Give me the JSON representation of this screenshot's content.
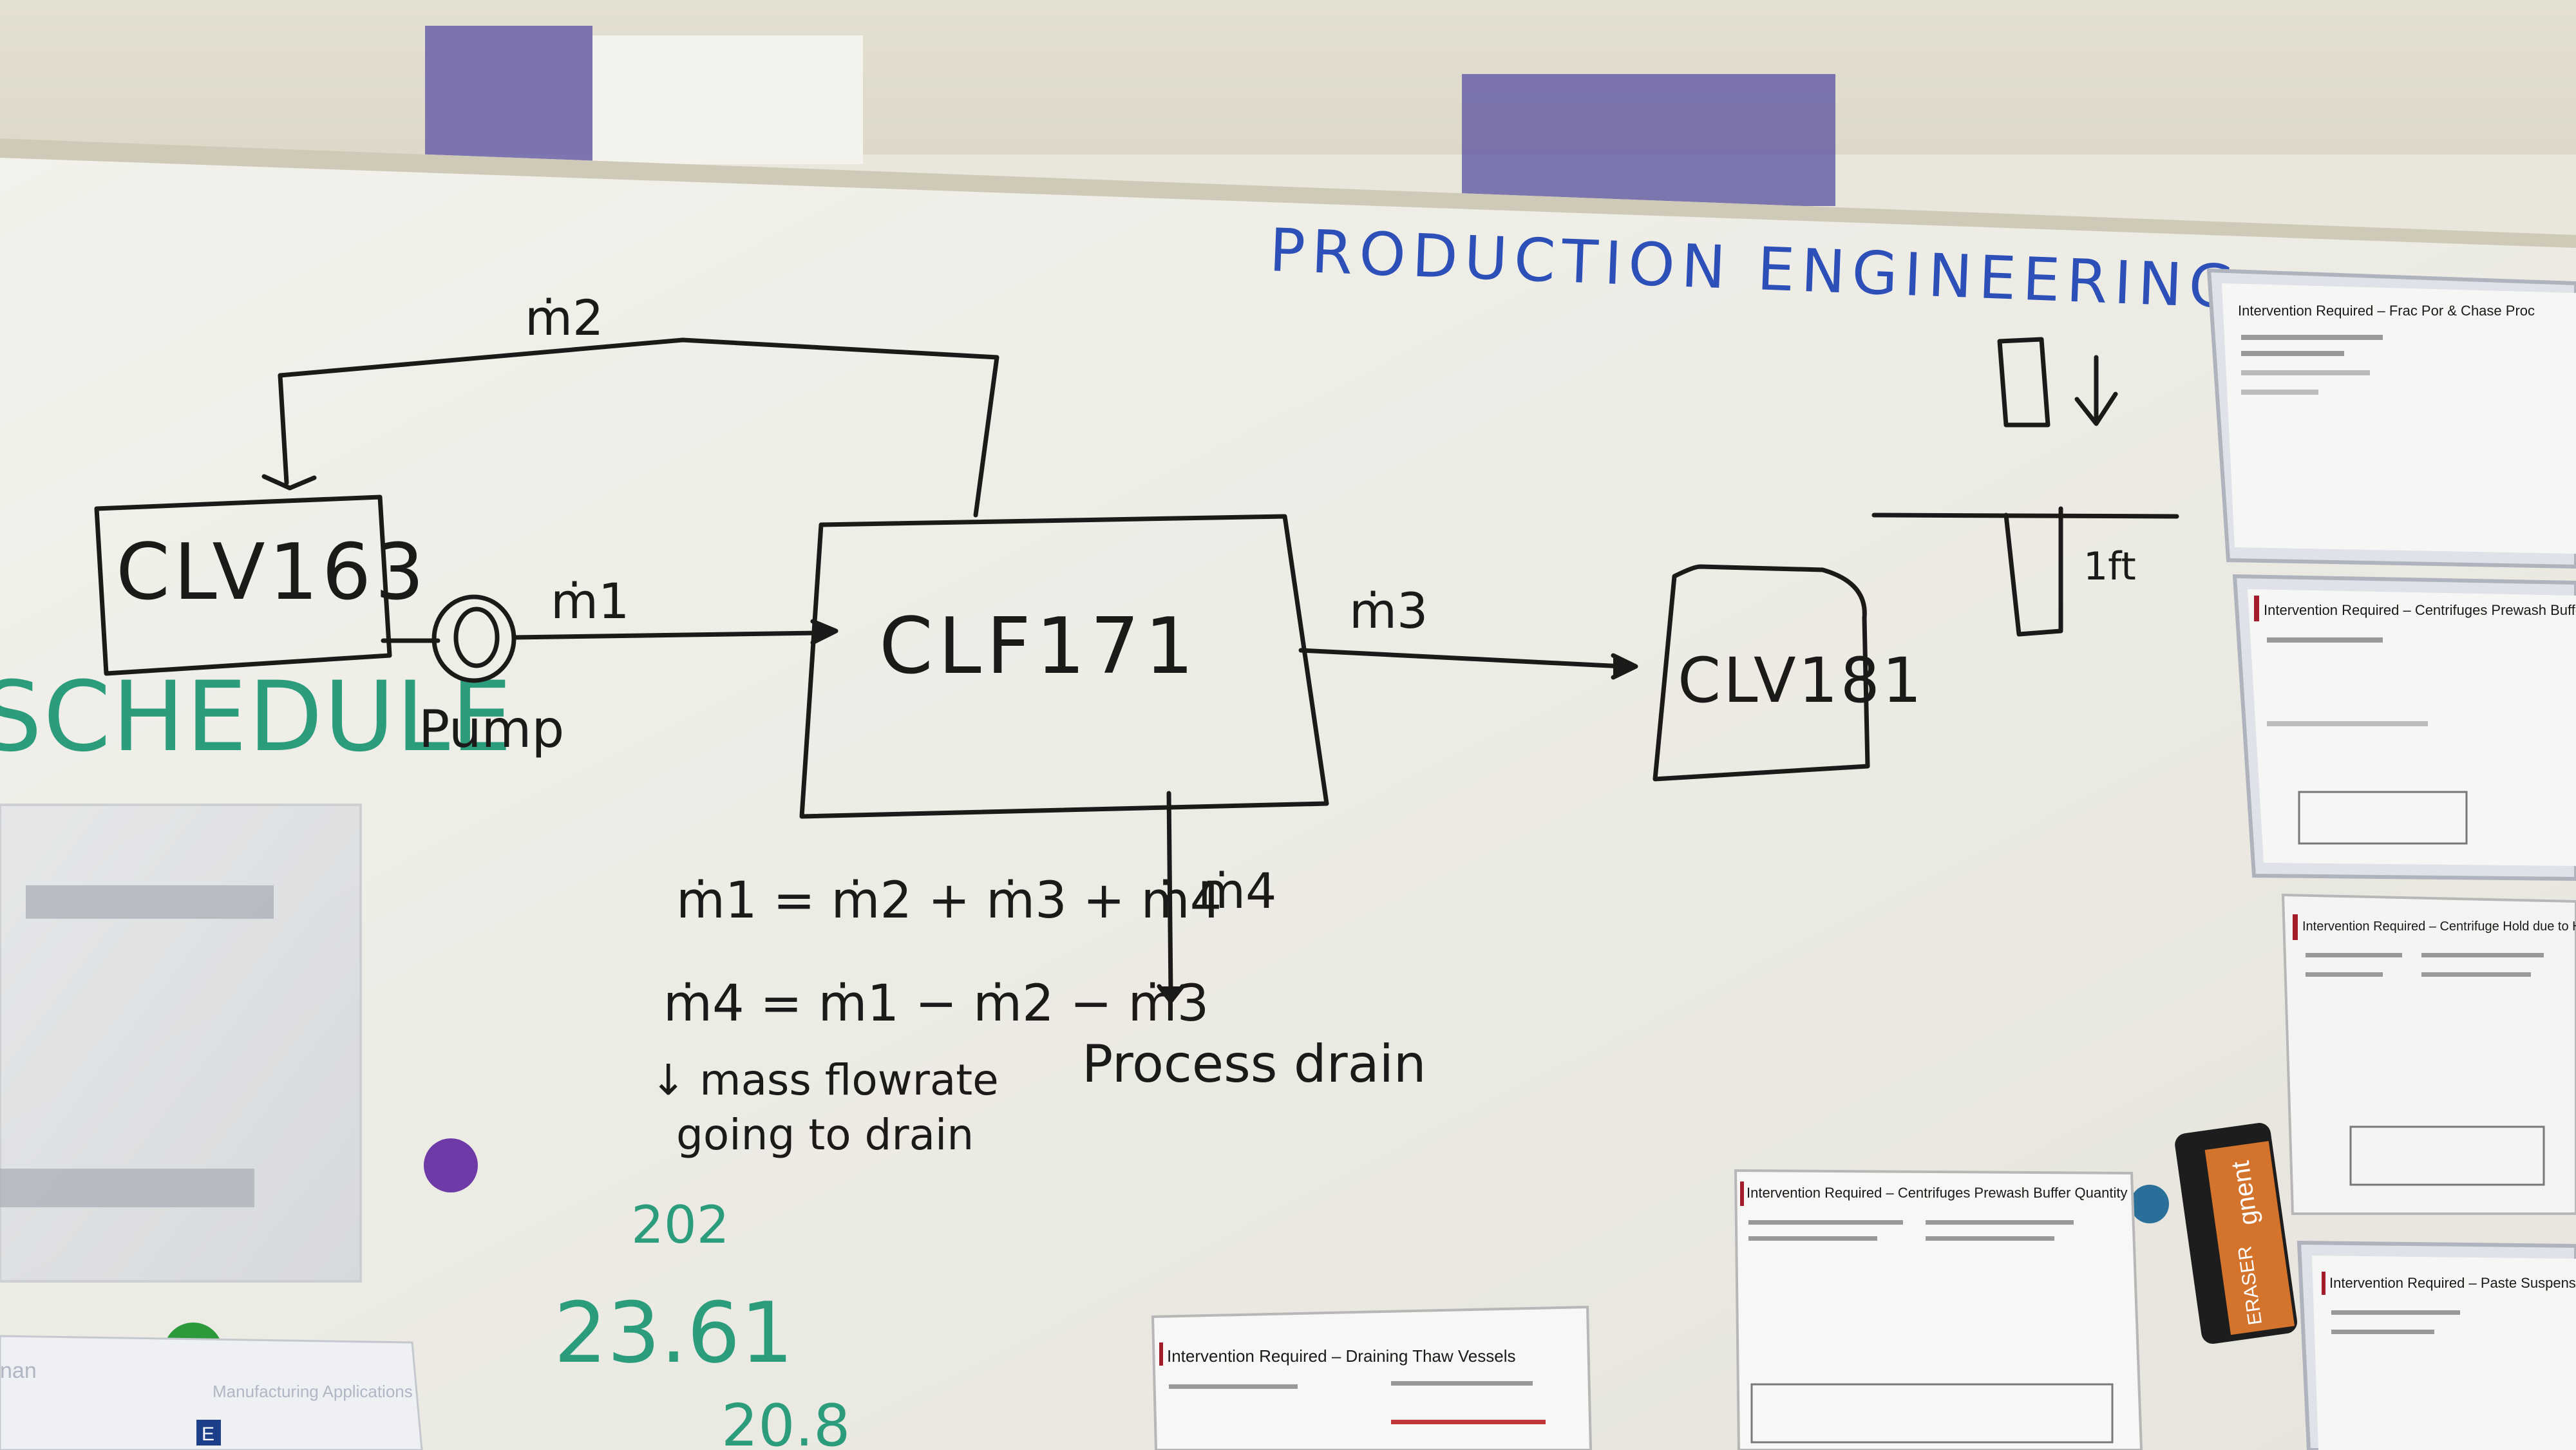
{
  "board": {
    "heading": "PRODUCTION ENGINEERING",
    "side_word": "SCHEDULE",
    "ink": {
      "blue": "#2d4fb8",
      "black": "#1c1a18",
      "green": "#2c9d7c"
    }
  },
  "diagram": {
    "flow_m2": "ṁ2",
    "flow_m1": "ṁ1",
    "flow_m3": "ṁ3",
    "flow_m4": "ṁ4",
    "tank_left": "CLV163",
    "pump_label": "Pump",
    "filter_box": "CLF171",
    "tank_right": "CLV181",
    "drain_label": "Process drain",
    "sketch_label": "1ft"
  },
  "equations": {
    "line1": "ṁ1 = ṁ2 + ṁ3 + ṁ4",
    "line2": "ṁ4 = ṁ1 − ṁ2 − ṁ3",
    "note_line1": "↓ mass flowrate",
    "note_line2": "going to drain"
  },
  "numbers": {
    "n1": "202",
    "n2": "23.61",
    "n3": "20.8"
  },
  "documents": [
    {
      "title": "Intervention Required – Frac Por & Chase Proc"
    },
    {
      "title": "Intervention Required – Centrifuges Prewash Buffer"
    },
    {
      "title": "Intervention Required – Centrifuge Hold due to High Vibration during"
    },
    {
      "title": "Intervention Required – Centrifuges Prewash Buffer Quantity"
    },
    {
      "title": "Intervention Required – Draining Thaw Vessels"
    },
    {
      "title": "Intervention Required – Paste Suspension in"
    }
  ],
  "eraser": {
    "brand": "gnent",
    "label": "ERASER"
  },
  "bottom_left_card": {
    "text": "Manufacturing Applications",
    "corner_text": "nan",
    "badge": "E"
  }
}
